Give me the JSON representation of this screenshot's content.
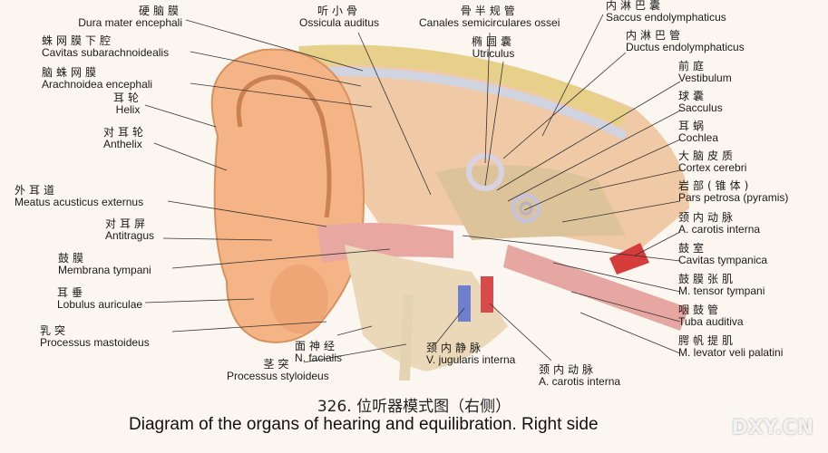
{
  "caption": {
    "number_zh": "326. 位听器模式图（右侧）",
    "english": "Diagram of the organs of hearing and equilibration. Right side"
  },
  "watermark": "DXY.CN",
  "labels": {
    "dura_mater": {
      "zh": "硬脑膜",
      "la": "Dura mater encephali"
    },
    "cavitas_subarach": {
      "zh": "蛛网膜下腔",
      "la": "Cavitas subarachnoidealis"
    },
    "arachnoidea": {
      "zh": "脑蛛网膜",
      "la": "Arachnoidea encephali"
    },
    "helix": {
      "zh": "耳轮",
      "la": "Helix"
    },
    "anthelix": {
      "zh": "对耳轮",
      "la": "Anthelix"
    },
    "meatus": {
      "zh": "外耳道",
      "la": "Meatus acusticus externus"
    },
    "antitragus": {
      "zh": "对耳屏",
      "la": "Antitragus"
    },
    "membrana": {
      "zh": "鼓膜",
      "la": "Membrana tympani"
    },
    "lobulus": {
      "zh": "耳垂",
      "la": "Lobulus auriculae"
    },
    "mastoid": {
      "zh": "乳突",
      "la": "Processus mastoideus"
    },
    "facialis": {
      "zh": "面神经",
      "la": "N. facialis"
    },
    "styloid": {
      "zh": "茎突",
      "la": "Processus styloideus"
    },
    "jugularis": {
      "zh": "颈内静脉",
      "la": "V. jugularis interna"
    },
    "carotis_bottom": {
      "zh": "颈内动脉",
      "la": "A. carotis interna"
    },
    "ossicula": {
      "zh": "听小骨",
      "la": "Ossicula auditus"
    },
    "canales": {
      "zh": "骨半规管",
      "la": "Canales semicirculares ossei"
    },
    "utriculus": {
      "zh": "椭圆囊",
      "la": "Utriculus"
    },
    "saccus": {
      "zh": "内淋巴囊",
      "la": "Saccus endolymphaticus"
    },
    "ductus": {
      "zh": "内淋巴管",
      "la": "Ductus endolymphaticus"
    },
    "vestibulum": {
      "zh": "前庭",
      "la": "Vestibulum"
    },
    "sacculus": {
      "zh": "球囊",
      "la": "Sacculus"
    },
    "cochlea": {
      "zh": "耳蜗",
      "la": "Cochlea"
    },
    "cortex": {
      "zh": "大脑皮质",
      "la": "Cortex cerebri"
    },
    "pars_petrosa": {
      "zh": "岩部(锥体)",
      "la": "Pars petrosa (pyramis)"
    },
    "carotis_right": {
      "zh": "颈内动脉",
      "la": "A. carotis interna"
    },
    "cavitas_tymp": {
      "zh": "鼓室",
      "la": "Cavitas tympanica"
    },
    "tensor": {
      "zh": "鼓膜张肌",
      "la": "M. tensor tympani"
    },
    "tuba": {
      "zh": "咽鼓管",
      "la": "Tuba auditiva"
    },
    "levator": {
      "zh": "腭帆提肌",
      "la": "M. levator veli palatini"
    }
  }
}
